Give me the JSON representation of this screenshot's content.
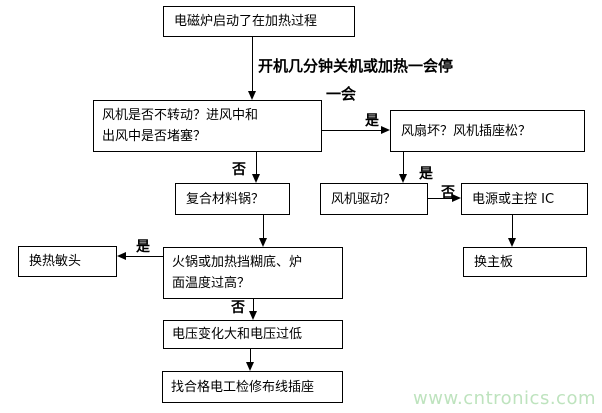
{
  "diagram": {
    "title_node": "电磁炉启动了在加热过程",
    "nodes": {
      "start": {
        "text": "电磁炉启动了在加热过程"
      },
      "fan_check": {
        "text": "风机是否不转动？进风中和\n出风中是否堵塞？"
      },
      "fan_broken": {
        "text": "风扇坏？风机插座松？"
      },
      "fan_drive": {
        "text": "风机驱动？"
      },
      "power_ic": {
        "text": "电源或主控 IC"
      },
      "replace_mainboard": {
        "text": "换主板"
      },
      "composite_pot": {
        "text": "复合材料锅？"
      },
      "overheat": {
        "text": "火锅或加热挡糊底、炉\n面温度过高？"
      },
      "replace_thermistor": {
        "text": "换热敏头"
      },
      "voltage": {
        "text": "电压变化大和电压过低"
      },
      "electrician": {
        "text": "找合格电工检修布线插座"
      }
    },
    "edge_labels": {
      "symptom_line1": "开机几分钟关机或加热一会停",
      "symptom_line2": "一会",
      "yes_to_fan_broken": "是",
      "yes_to_fan_drive": "是",
      "no_to_power_ic": "否",
      "no_to_composite_pot": "否",
      "yes_to_thermistor": "是",
      "no_to_voltage": "否"
    }
  },
  "watermark": {
    "text": "www.cntronics.com",
    "color": "#bee3be"
  },
  "palette": {
    "line_color": "#000000",
    "background": "#ffffff"
  }
}
